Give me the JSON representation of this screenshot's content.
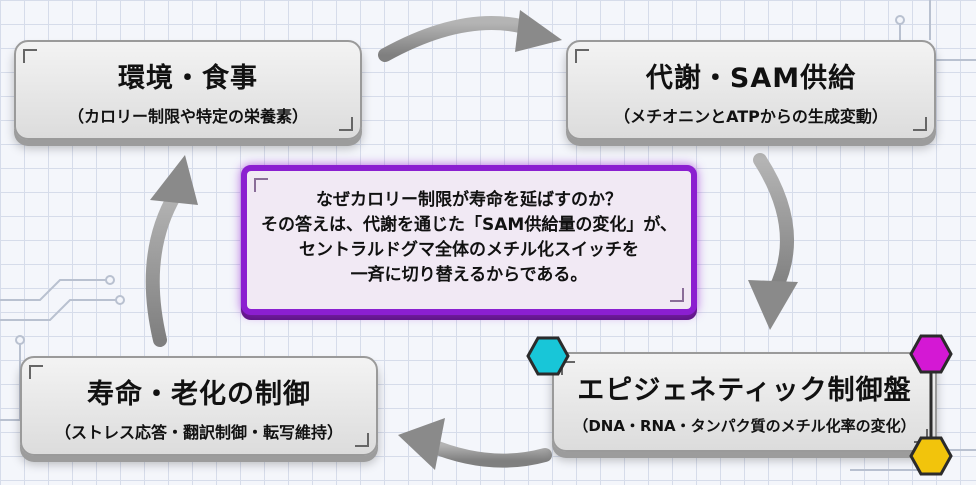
{
  "nodes": {
    "diet": {
      "title": "環境・食事",
      "subtitle": "（カロリー制限や特定の栄養素）"
    },
    "metabolism": {
      "title": "代謝・SAM供給",
      "subtitle": "（メチオニンとATPからの生成変動）"
    },
    "epigenetic": {
      "title": "エピジェネティック制御盤",
      "subtitle": "（DNA・RNA・タンパク質のメチル化率の変化）"
    },
    "longevity": {
      "title": "寿命・老化の制御",
      "subtitle": "（ストレス応答・翻訳制御・転写維持）"
    }
  },
  "center": {
    "lines": [
      "なぜカロリー制限が寿命を延ばすのか？",
      "その答えは、代謝を通じた「SAM供給量の変化」が、",
      "セントラルドグマ全体のメチル化スイッチを",
      "一斉に切り替えるからである。"
    ]
  },
  "colors": {
    "node_face": "#e6e6e6",
    "arrow": "#8f8f8f",
    "center_border": "#8b1fd0",
    "hex_cyan": "#18c6d8",
    "hex_magenta": "#d418d4",
    "hex_yellow": "#f2c40c"
  }
}
